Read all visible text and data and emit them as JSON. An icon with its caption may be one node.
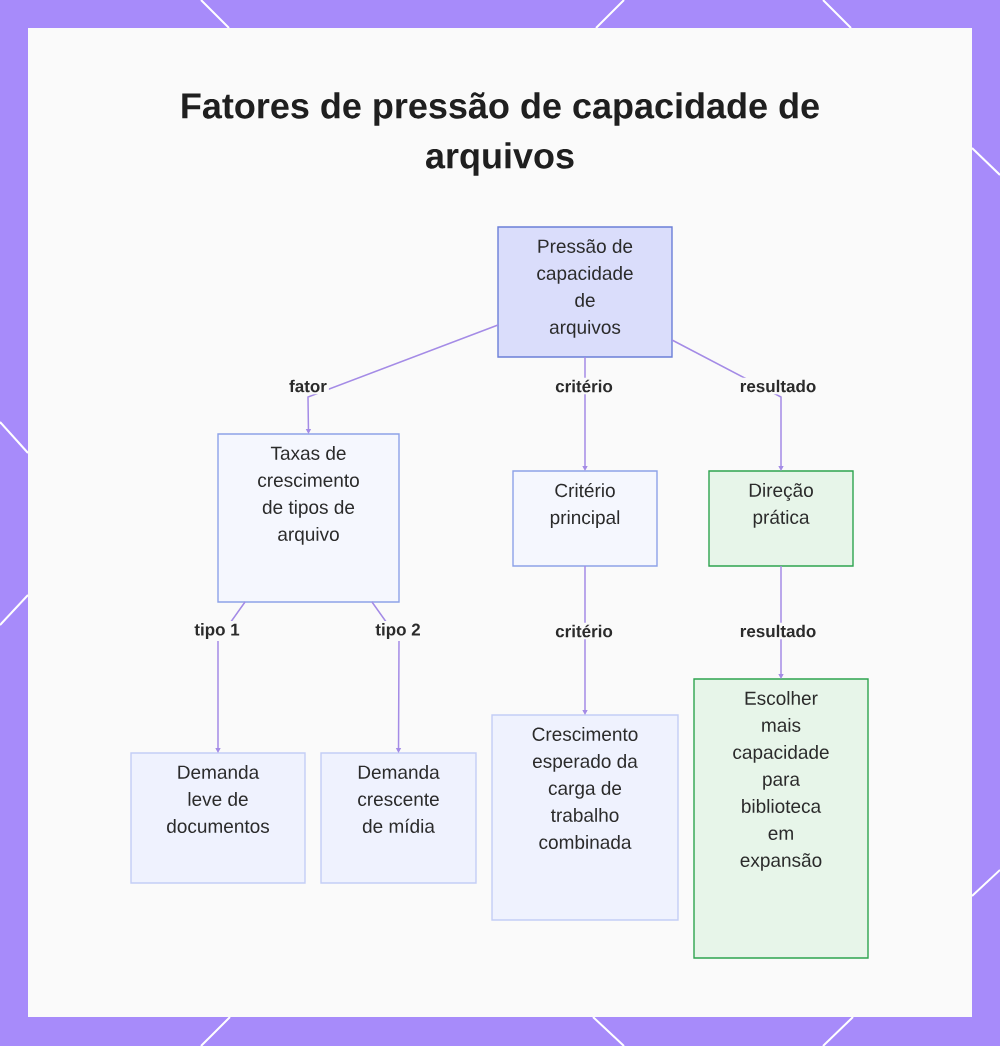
{
  "diagram": {
    "title": "Fatores de pressão de capacidade de arquivos",
    "nodes": [
      {
        "text": [
          "Pressão de capacidade de arquivos"
        ]
      },
      {
        "text": [
          "Taxas de crescimento de tipos de arquivo"
        ]
      },
      {
        "text": [
          "Critério principal"
        ]
      },
      {
        "text": [
          "Direção prática"
        ]
      },
      {
        "text": [
          "Demanda leve de documentos"
        ]
      },
      {
        "text": [
          "Demanda crescente de mídia"
        ]
      },
      {
        "text": [
          "Crescimento esperado da carga de trabalho combinada"
        ]
      },
      {
        "text": [
          "Escolher mais capacidade para biblioteca em expansão"
        ]
      }
    ],
    "edges": [
      {
        "from": 0,
        "to": 1,
        "arrow": "to",
        "label": "fator"
      },
      {
        "from": 0,
        "to": 2,
        "arrow": "to",
        "label": "critério"
      },
      {
        "from": 0,
        "to": 3,
        "arrow": "to",
        "label": "resultado"
      },
      {
        "from": 1,
        "to": 4,
        "arrow": "to",
        "label": "tipo 1"
      },
      {
        "from": 1,
        "to": 5,
        "arrow": "to",
        "label": "tipo 2"
      },
      {
        "from": 2,
        "to": 6,
        "arrow": "to",
        "label": "critério"
      },
      {
        "from": 3,
        "to": 7,
        "arrow": "to",
        "label": "resultado"
      }
    ]
  }
}
